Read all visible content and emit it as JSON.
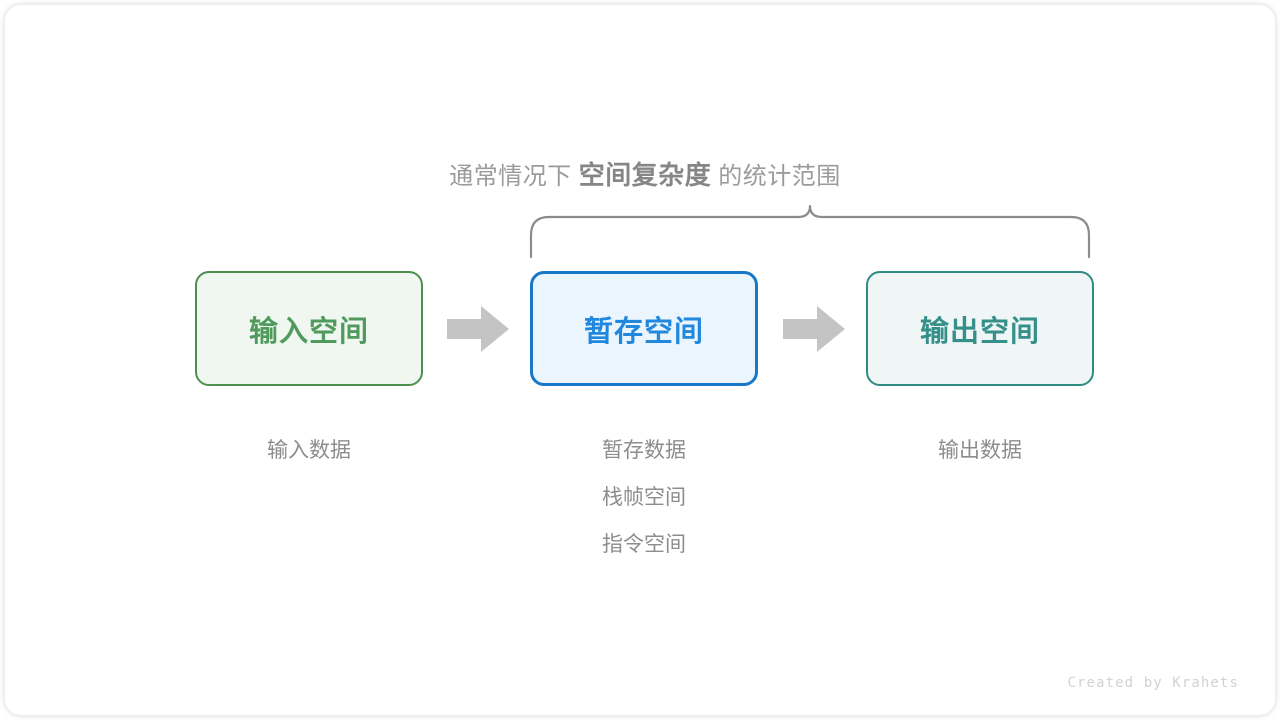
{
  "headline": {
    "prefix": "通常情况下",
    "emphasis": "空间复杂度",
    "suffix": "的统计范围"
  },
  "boxes": [
    {
      "id": "input",
      "label": "输入空间",
      "border_color": "#4e8f4e",
      "fill_color": "#f0f7f0",
      "text_color": "#4f9a5c"
    },
    {
      "id": "temp",
      "label": "暂存空间",
      "border_color": "#1878c8",
      "fill_color": "#eaf5fd",
      "text_color": "#2288dd"
    },
    {
      "id": "output",
      "label": "输出空间",
      "border_color": "#2e8b82",
      "fill_color": "#eff6f5",
      "text_color": "#35908a"
    }
  ],
  "arrows": [
    {
      "id": "arrow-1",
      "name": "input-to-temp"
    },
    {
      "id": "arrow-2",
      "name": "temp-to-output"
    }
  ],
  "captions": {
    "input": [
      "输入数据"
    ],
    "temp": [
      "暂存数据",
      "栈帧空间",
      "指令空间"
    ],
    "output": [
      "输出数据"
    ]
  },
  "brace": {
    "name": "curly-brace",
    "color": "#8c8c8c",
    "spans": [
      "temp",
      "output"
    ]
  },
  "credit": "Created by Krahets",
  "palette": {
    "background": "#ffffff",
    "muted_text": "#8d8d8d",
    "arrow_gray": "#c4c4c4",
    "credit_gray": "#d2d2d2"
  }
}
